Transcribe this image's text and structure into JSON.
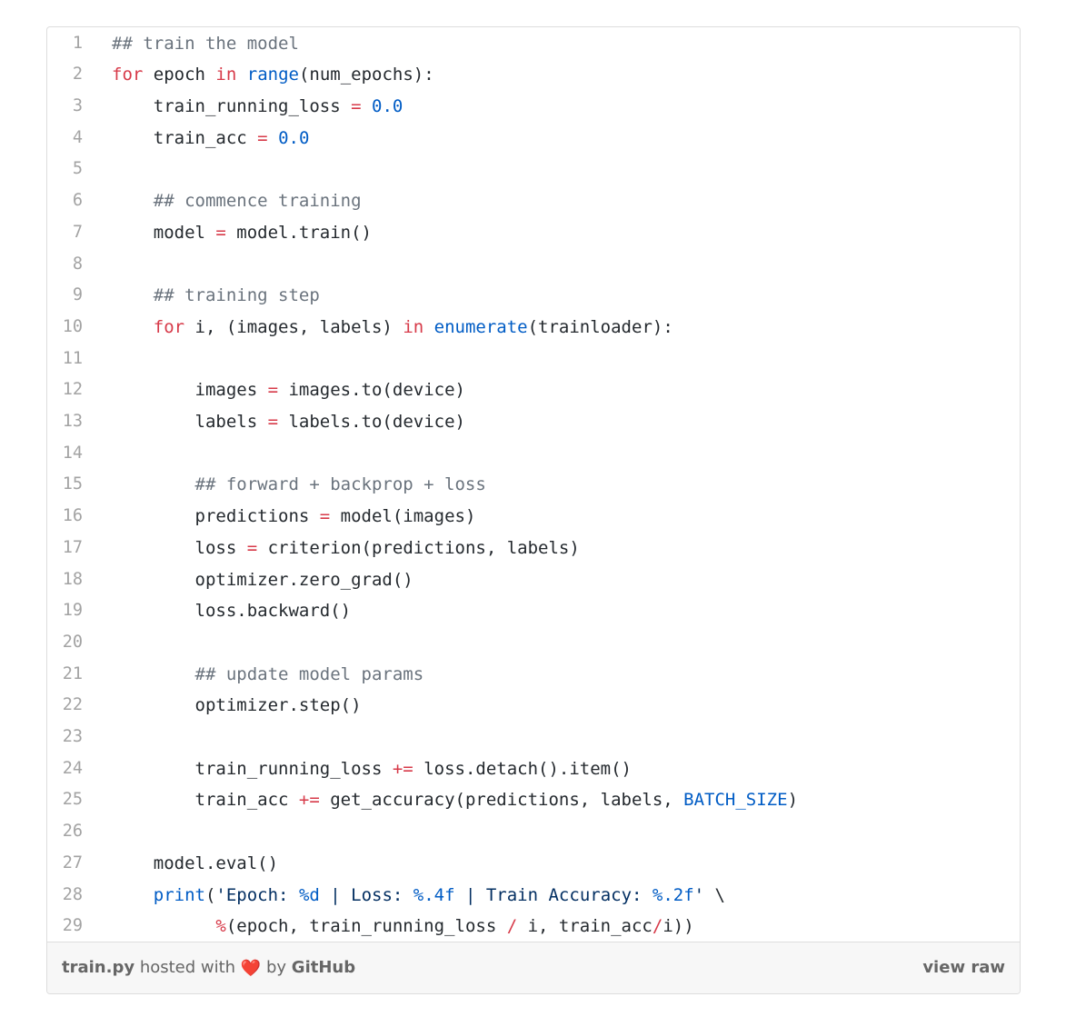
{
  "code_lines": [
    [
      {
        "t": "## train the model",
        "c": "com"
      }
    ],
    [
      {
        "t": "for",
        "c": "kw"
      },
      {
        "t": " epoch ",
        "c": "var"
      },
      {
        "t": "in",
        "c": "kw"
      },
      {
        "t": " ",
        "c": "var"
      },
      {
        "t": "range",
        "c": "bi"
      },
      {
        "t": "(num_epochs):",
        "c": "var"
      }
    ],
    [
      {
        "t": "    train_running_loss ",
        "c": "var"
      },
      {
        "t": "=",
        "c": "op"
      },
      {
        "t": " ",
        "c": "var"
      },
      {
        "t": "0.0",
        "c": "num"
      }
    ],
    [
      {
        "t": "    train_acc ",
        "c": "var"
      },
      {
        "t": "=",
        "c": "op"
      },
      {
        "t": " ",
        "c": "var"
      },
      {
        "t": "0.0",
        "c": "num"
      }
    ],
    [],
    [
      {
        "t": "    ",
        "c": "var"
      },
      {
        "t": "## commence training",
        "c": "com"
      }
    ],
    [
      {
        "t": "    model ",
        "c": "var"
      },
      {
        "t": "=",
        "c": "op"
      },
      {
        "t": " model.train()",
        "c": "var"
      }
    ],
    [],
    [
      {
        "t": "    ",
        "c": "var"
      },
      {
        "t": "## training step",
        "c": "com"
      }
    ],
    [
      {
        "t": "    ",
        "c": "var"
      },
      {
        "t": "for",
        "c": "kw"
      },
      {
        "t": " i, (images, labels) ",
        "c": "var"
      },
      {
        "t": "in",
        "c": "kw"
      },
      {
        "t": " ",
        "c": "var"
      },
      {
        "t": "enumerate",
        "c": "bi"
      },
      {
        "t": "(trainloader):",
        "c": "var"
      }
    ],
    [],
    [
      {
        "t": "        images ",
        "c": "var"
      },
      {
        "t": "=",
        "c": "op"
      },
      {
        "t": " images.to(device)",
        "c": "var"
      }
    ],
    [
      {
        "t": "        labels ",
        "c": "var"
      },
      {
        "t": "=",
        "c": "op"
      },
      {
        "t": " labels.to(device)",
        "c": "var"
      }
    ],
    [],
    [
      {
        "t": "        ",
        "c": "var"
      },
      {
        "t": "## forward + backprop + loss",
        "c": "com"
      }
    ],
    [
      {
        "t": "        predictions ",
        "c": "var"
      },
      {
        "t": "=",
        "c": "op"
      },
      {
        "t": " model(images)",
        "c": "var"
      }
    ],
    [
      {
        "t": "        loss ",
        "c": "var"
      },
      {
        "t": "=",
        "c": "op"
      },
      {
        "t": " criterion(predictions, labels)",
        "c": "var"
      }
    ],
    [
      {
        "t": "        optimizer.zero_grad()",
        "c": "var"
      }
    ],
    [
      {
        "t": "        loss.backward()",
        "c": "var"
      }
    ],
    [],
    [
      {
        "t": "        ",
        "c": "var"
      },
      {
        "t": "## update model params",
        "c": "com"
      }
    ],
    [
      {
        "t": "        optimizer.step()",
        "c": "var"
      }
    ],
    [],
    [
      {
        "t": "        train_running_loss ",
        "c": "var"
      },
      {
        "t": "+=",
        "c": "op"
      },
      {
        "t": " loss.detach().item()",
        "c": "var"
      }
    ],
    [
      {
        "t": "        train_acc ",
        "c": "var"
      },
      {
        "t": "+=",
        "c": "op"
      },
      {
        "t": " get_accuracy(predictions, labels, ",
        "c": "var"
      },
      {
        "t": "BATCH_SIZE",
        "c": "bi"
      },
      {
        "t": ")",
        "c": "var"
      }
    ],
    [],
    [
      {
        "t": "    model.eval()",
        "c": "var"
      }
    ],
    [
      {
        "t": "    ",
        "c": "var"
      },
      {
        "t": "print",
        "c": "bi"
      },
      {
        "t": "(",
        "c": "var"
      },
      {
        "t": "'Epoch: ",
        "c": "str"
      },
      {
        "t": "%d",
        "c": "fmt"
      },
      {
        "t": " | Loss: ",
        "c": "str"
      },
      {
        "t": "%.4f",
        "c": "fmt"
      },
      {
        "t": " | Train Accuracy: ",
        "c": "str"
      },
      {
        "t": "%.2f",
        "c": "fmt"
      },
      {
        "t": "'",
        "c": "str"
      },
      {
        "t": " \\",
        "c": "var"
      }
    ],
    [
      {
        "t": "          ",
        "c": "var"
      },
      {
        "t": "%",
        "c": "op"
      },
      {
        "t": "(epoch, train_running_loss ",
        "c": "var"
      },
      {
        "t": "/",
        "c": "op"
      },
      {
        "t": " i, train_acc",
        "c": "var"
      },
      {
        "t": "/",
        "c": "op"
      },
      {
        "t": "i))",
        "c": "var"
      }
    ]
  ],
  "footer": {
    "filename": "train.py",
    "hosted_with": "hosted with",
    "heart": "❤️",
    "by": "by",
    "host": "GitHub",
    "view_raw": "view raw"
  },
  "colors": {
    "keyword": "#d73a49",
    "builtin": "#005cc5",
    "comment": "#6a737d",
    "string": "#032f62",
    "footer_bg": "#f7f7f7",
    "border": "#dddddd"
  }
}
